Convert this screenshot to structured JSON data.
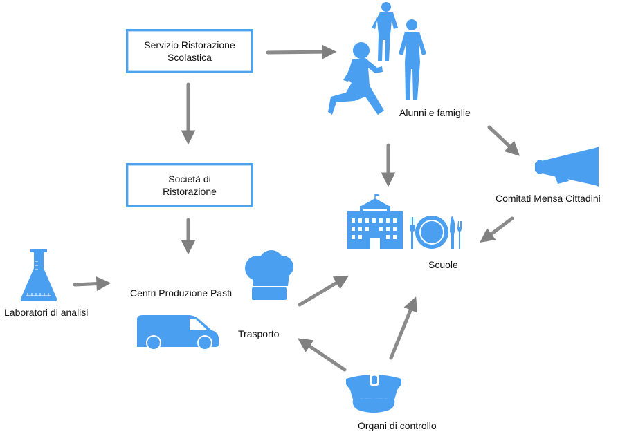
{
  "boxes": {
    "servizio": "Servizio Ristorazione Scolastica",
    "societa": "Società di Ristorazione"
  },
  "labels": {
    "alunni": "Alunni e famiglie",
    "comitati": "Comitati Mensa Cittadini",
    "scuole": "Scuole",
    "centri": "Centri Produzione Pasti",
    "laboratori": "Laboratori di analisi",
    "trasporto": "Trasporto",
    "organi": "Organi di controllo"
  },
  "colors": {
    "icon": "#4a9ff0",
    "arrow": "#808080",
    "box_border": "#4da3ee"
  },
  "icons": [
    "family-icon",
    "megaphone-icon",
    "school-building-icon",
    "cutlery-plate-icon",
    "chef-hat-icon",
    "flask-icon",
    "van-icon",
    "police-cap-icon"
  ]
}
